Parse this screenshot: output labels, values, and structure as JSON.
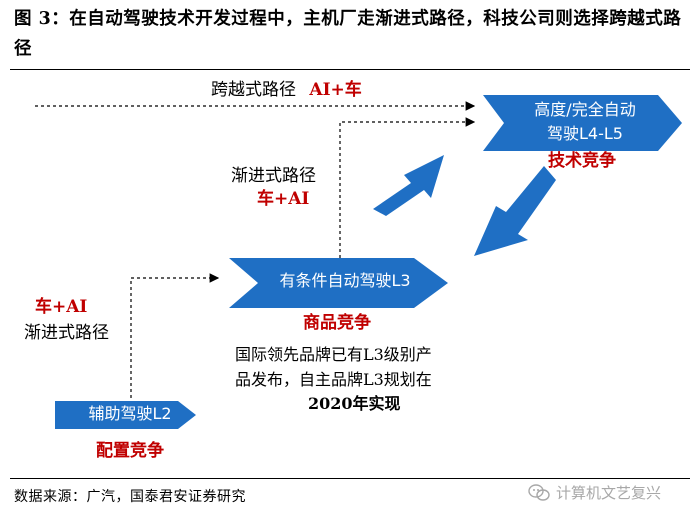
{
  "title": "图 3：在自动驾驶技术开发过程中，主机厂走渐进式路径，科技公司则选择跨越式路径",
  "leap_path": {
    "label": "跨越式路径",
    "formula": "AI+车"
  },
  "gradual_path_upper": {
    "label": "渐进式路径",
    "formula": "车+AI"
  },
  "gradual_path_lower": {
    "label": "渐进式路径",
    "formula": "车+AI"
  },
  "stages": [
    {
      "label": "辅助驾驶L2",
      "competition": "配置竞争"
    },
    {
      "label": "有条件自动驾驶L3",
      "competition": "商品竞争",
      "note_lines": [
        "国际领先品牌已有L3级别产",
        "品发布，自主品牌L3规划在",
        "2020年实现"
      ]
    },
    {
      "label_lines": [
        "高度/完全自动",
        "驾驶L4-L5"
      ],
      "competition": "技术竞争"
    }
  ],
  "source": "数据来源：广汽，国泰君安证券研究",
  "watermark": "计算机文艺复兴",
  "colors": {
    "arrow_fill": "#1f6fc4",
    "accent_red": "#c00000"
  }
}
